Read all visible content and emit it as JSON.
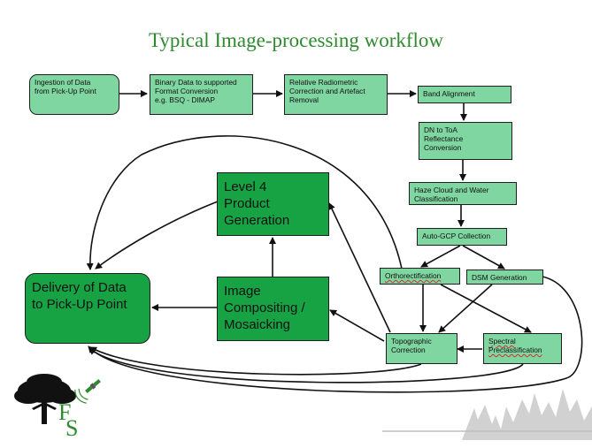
{
  "title": "Typical Image-processing workflow",
  "steps": {
    "ingestion": "Ingestion of Data\nfrom Pick-Up Point",
    "binary": "Binary Data to supported\nFormat Conversion\ne.g. BSQ - DIMAP",
    "radiometric": "Relative Radiometric\nCorrection and Artefact\nRemoval",
    "band_alignment": "Band Alignment",
    "dn_toa": "DN to ToA\nReflectance\nConversion",
    "haze": "Haze Cloud and Water\nClassification",
    "auto_gcp": "Auto-GCP Collection",
    "ortho": "Orthorectification",
    "dsm": "DSM Generation",
    "topographic": "Topographic\nCorrection",
    "spectral": "Spectral\nPreclassification",
    "compositing": "Image\nCompositing  /\nMosaicking",
    "level4": "Level  4\nProduct\nGeneration",
    "delivery": "Delivery of Data\nto Pick-Up Point"
  },
  "logo": {
    "letter_1": "F",
    "letter_2": "S"
  },
  "colors": {
    "title": "#2f8a2f",
    "light_box": "#7fd6a0",
    "dark_box": "#17a244"
  }
}
